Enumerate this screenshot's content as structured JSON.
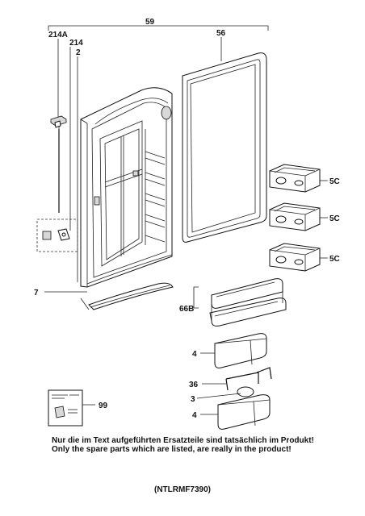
{
  "labels": {
    "l59": "59",
    "l214A": "214A",
    "l214": "214",
    "l2": "2",
    "l56": "56",
    "l5C_1": "5C",
    "l5C_2": "5C",
    "l5C_3": "5C",
    "l7": "7",
    "l66B": "66B",
    "l4_1": "4",
    "l36": "36",
    "l3": "3",
    "l4_2": "4",
    "l99": "99"
  },
  "notes": {
    "german": "Nur die im Text aufgeführten Ersatzteile sind tatsächlich im Produkt!",
    "english": "Only the spare parts which are listed, are really in the product!"
  },
  "model_code": "(NTLRMF7390)"
}
